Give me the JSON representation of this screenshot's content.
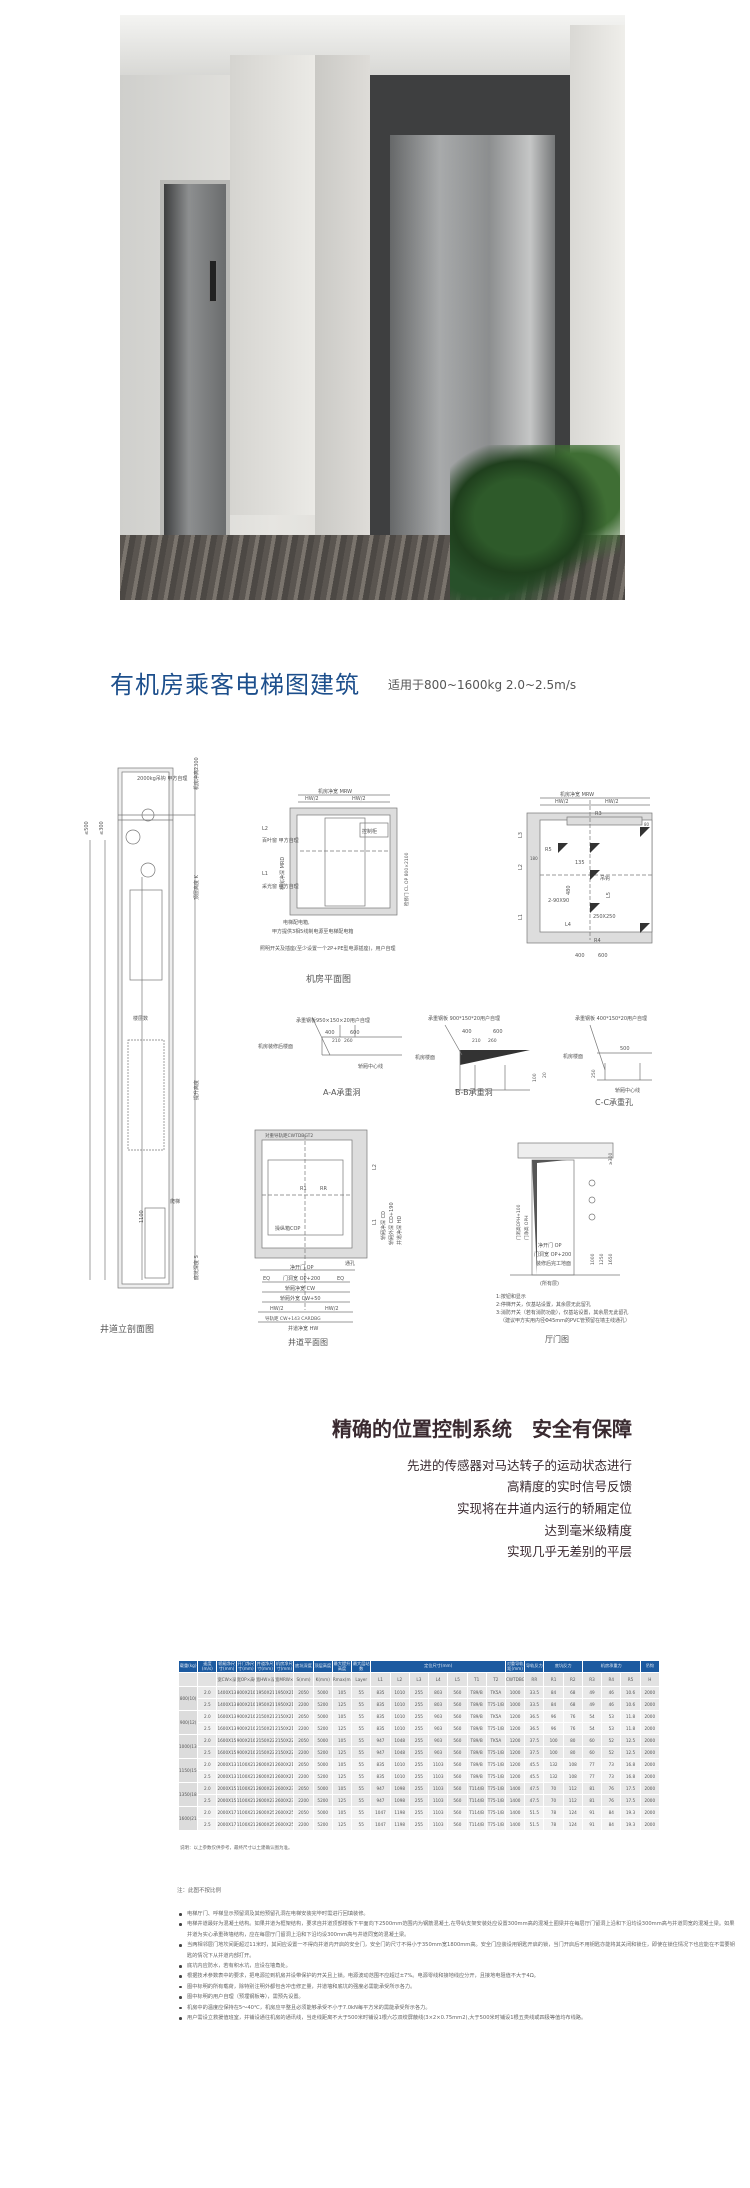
{
  "header": {
    "title": "有机房乘客电梯图建筑",
    "subtitle": "适用于800~1600kg  2.0~2.5m/s"
  },
  "drawings": {
    "shaft_section": {
      "title": "井道立剖面图",
      "labels": [
        "2000kg吊钩 甲方自理",
        "机房净高2300",
        "顶层高度 K",
        "提升高度",
        "底坑深度 S",
        "楼层数",
        "爬梯",
        "≤500",
        "≤300",
        "1100"
      ]
    },
    "machine_room": {
      "title": "机房平面图",
      "labels": [
        "机房净宽 MRW",
        "HW/2",
        "HW/2",
        "控制柜",
        "机房净深 MRD",
        "百叶窗 甲方自理",
        "采光窗 甲方自理",
        "L2",
        "L1",
        "检修门 CL OP 800×2100",
        "电梯配电箱,",
        "甲方提供3相5线制电源至电梯配电箱",
        "照明开关及插座(至少设置一个2P+PE型电源插座)，用户自理"
      ]
    },
    "machine_room_right": {
      "labels": [
        "机房净宽 MRW",
        "HW/2",
        "HW/2",
        "R3",
        "R5",
        "R4",
        "L3",
        "L2",
        "L1",
        "L4",
        "L5",
        "135",
        "480",
        "250X250",
        "2-90X90",
        "吊钩",
        "400",
        "600",
        "80",
        "180"
      ]
    },
    "aa": {
      "title": "A-A承重洞",
      "labels": [
        "承重钢板950×150×20用户自理",
        "机房装修后楼面",
        "400",
        "600",
        "210",
        "260",
        "轿厢中心线"
      ]
    },
    "bb": {
      "title": "B-B承重洞",
      "labels": [
        "承重钢板 900*150*20用户自理",
        "机房楼面",
        "400",
        "600",
        "210",
        "260",
        "100",
        "20"
      ]
    },
    "cc": {
      "title": "C-C承重孔",
      "labels": [
        "承重钢板 400*150*20用户自理",
        "机房楼面",
        "500",
        "250",
        "轿厢中心线"
      ]
    },
    "shaft_plan": {
      "title": "井道平面图",
      "labels": [
        "对重导轨距CWTDBGT2",
        "R1",
        "RR",
        "操纵箱COP",
        "净开门 OP",
        "门洞宽 OP+200",
        "EQ",
        "EQ",
        "轿厢净宽 CW",
        "轿厢外宽 CW+50",
        "HW/2",
        "HW/2",
        "导轨距 CW+143 CARDBG",
        "井道净宽 HW",
        "L2",
        "L1",
        "轿厢净深 CD",
        "轿厢外深 CD+190",
        "井道净深 HD",
        "通孔"
      ]
    },
    "hall_door": {
      "title": "厅门图",
      "sub": "(所有层)",
      "labels": [
        "≥300",
        "门洞高OPH+100",
        "门净高 OPH",
        "净开门 OP",
        "门洞宽 OP+200",
        "装修后完工地面",
        "1000",
        "1250",
        "1650"
      ],
      "notes": [
        "1:按钮和显示",
        "2:停梯开关，仅基站设置，其余层无此留孔",
        "3:消防开关（若有消防功能），仅基站设置，其余层无此留孔",
        "（建议甲方实用内径Φ45mm的PVC管预留在墙主线通孔）"
      ]
    }
  },
  "features": {
    "heading": "精确的位置控制系统　安全有保障",
    "lines": [
      "先进的传感器对马达转子的运动状态进行",
      "高精度的实时信号反馈",
      "实现将在井道内运行的轿厢定位",
      "达到毫米级精度",
      "实现几乎无差别的平层"
    ]
  },
  "table": {
    "headers": [
      "载重(kg)",
      "速度(m/s)",
      "轿厢净尺寸(mm)",
      "开门净尺寸(mm)",
      "井道净尺寸(mm)",
      "机房净尺寸(mm)",
      "底坑深度",
      "顶层高度",
      "最大提升高度",
      "最大层站数",
      "定位尺寸(mm)",
      "对重导轨距(mm)",
      "导轨反力",
      "底坑反力",
      "机房承重力",
      "吊钩"
    ],
    "subheaders": [
      "",
      "",
      "宽CW×深CD",
      "宽OP×高OPH",
      "宽HW×深HD",
      "宽MRW×深MRD×高MRH",
      "S(mm)",
      "K(mm)",
      "Rmax(m)",
      "Layer",
      "L1",
      "L2",
      "L3",
      "L4",
      "L5",
      "T1",
      "T2",
      "CWTDBG",
      "RR",
      "R1",
      "R2",
      "R3",
      "R4",
      "R5",
      "H"
    ],
    "groups": [
      {
        "load": "800(10)",
        "rows": [
          [
            "2.0",
            "1400X1350",
            "800X2100",
            "1950X2100",
            "1950X2100X2300",
            "2050",
            "5000",
            "105",
            "55",
            "835",
            "1010",
            "255",
            "803",
            "560",
            "T89/B",
            "TK5A",
            "1000",
            "33.5",
            "84",
            "68",
            "49",
            "46",
            "10.6",
            "2000"
          ],
          [
            "2.5",
            "1400X1350",
            "800X2100",
            "1950X2100",
            "1950X2100X2300",
            "2200",
            "5200",
            "125",
            "55",
            "835",
            "1010",
            "255",
            "803",
            "560",
            "T89/B",
            "T75-1/B",
            "1000",
            "33.5",
            "84",
            "68",
            "49",
            "46",
            "10.6",
            "2000"
          ]
        ]
      },
      {
        "load": "900(12)",
        "rows": [
          [
            "2.0",
            "1600X1350",
            "900X2100",
            "2150X2100",
            "2150X2100X2300",
            "2050",
            "5000",
            "105",
            "55",
            "835",
            "1010",
            "255",
            "903",
            "560",
            "T89/B",
            "TK5A",
            "1200",
            "36.5",
            "96",
            "76",
            "54",
            "53",
            "11.8",
            "2000"
          ],
          [
            "2.5",
            "1600X1350",
            "900X2100",
            "2150X2100",
            "2150X2100X2300",
            "2200",
            "5200",
            "125",
            "55",
            "835",
            "1010",
            "255",
            "903",
            "560",
            "T89/B",
            "T75-1/B",
            "1200",
            "36.5",
            "96",
            "76",
            "54",
            "53",
            "11.8",
            "2000"
          ]
        ]
      },
      {
        "load": "1000(13)",
        "rows": [
          [
            "2.0",
            "1600X1500",
            "900X2100",
            "2150X2250",
            "2150X2250X2300",
            "2050",
            "5000",
            "105",
            "55",
            "947",
            "1048",
            "255",
            "903",
            "560",
            "T89/B",
            "TK5A",
            "1200",
            "37.5",
            "100",
            "80",
            "60",
            "52",
            "12.5",
            "2000"
          ],
          [
            "2.5",
            "1600X1500",
            "900X2100",
            "2150X2250",
            "2150X2250X2300",
            "2200",
            "5200",
            "125",
            "55",
            "947",
            "1048",
            "255",
            "903",
            "560",
            "T89/B",
            "T75-1/B",
            "1200",
            "37.5",
            "100",
            "80",
            "60",
            "52",
            "12.5",
            "2000"
          ]
        ]
      },
      {
        "load": "1150(15)",
        "rows": [
          [
            "2.0",
            "2000X1350",
            "1100X2100",
            "2600X2100",
            "2600X2100X2300",
            "2050",
            "5000",
            "105",
            "55",
            "835",
            "1010",
            "255",
            "1103",
            "560",
            "T89/B",
            "T75-1/B",
            "1200",
            "45.5",
            "132",
            "108",
            "77",
            "73",
            "16.8",
            "2000"
          ],
          [
            "2.5",
            "2000X1350",
            "1100X2100",
            "2600X2100",
            "2600X2100X2300",
            "2200",
            "5200",
            "125",
            "55",
            "835",
            "1010",
            "255",
            "1103",
            "560",
            "T89/B",
            "T75-1/B",
            "1200",
            "45.5",
            "132",
            "108",
            "77",
            "73",
            "16.8",
            "2000"
          ]
        ]
      },
      {
        "load": "1350(18)",
        "rows": [
          [
            "2.0",
            "2000X1550",
            "1100X2100",
            "2600X2300",
            "2600X2300X2300",
            "2050",
            "5000",
            "105",
            "55",
            "947",
            "1098",
            "255",
            "1103",
            "560",
            "T114/B",
            "T75-1/B",
            "1400",
            "47.5",
            "70",
            "112",
            "81",
            "76",
            "17.5",
            "2000"
          ],
          [
            "2.5",
            "2000X1550",
            "1100X2100",
            "2600X2300",
            "2600X2300X2300",
            "2200",
            "5200",
            "125",
            "55",
            "947",
            "1098",
            "255",
            "1103",
            "560",
            "T114/B",
            "T75-1/B",
            "1400",
            "47.5",
            "70",
            "112",
            "81",
            "76",
            "17.5",
            "2000"
          ]
        ]
      },
      {
        "load": "1600(21)",
        "rows": [
          [
            "2.0",
            "2000X1750",
            "1100X2100",
            "2600X2500",
            "2600X2500X2300",
            "2050",
            "5000",
            "105",
            "55",
            "1047",
            "1198",
            "255",
            "1103",
            "560",
            "T114/B",
            "T75-1/B",
            "1400",
            "51.5",
            "78",
            "124",
            "91",
            "84",
            "19.3",
            "2000"
          ],
          [
            "2.5",
            "2000X1750",
            "1100X2100",
            "2600X2500",
            "2600X2500X2300",
            "2200",
            "5200",
            "125",
            "55",
            "1047",
            "1198",
            "255",
            "1103",
            "560",
            "T114/B",
            "T75-1/B",
            "1400",
            "51.5",
            "78",
            "124",
            "91",
            "84",
            "19.3",
            "2000"
          ]
        ]
      }
    ],
    "footnote": "说明：以上参数仅供参考，最终尺寸以土建确认图为准。"
  },
  "notes": {
    "heading": "注：此图不按比例",
    "items": [
      "电梯厅门、呼梯显示预留洞及其他预留孔洞在电梯安装完毕时需进行回填装修。",
      "电梯井道最好为混凝土结构。如果井道为框架结构，要求自井道顶部楼板下平面向下2500mm范围内为钢筋混凝土,在导轨支架安装处应设置300mm高的混凝土圈梁并在每层厅门留洞上沿和下沿均设300mm高与井道同宽的混凝土梁。如果井道为实心承重砖墙结构，应在每层厅门留洞上沿和下沿均设300mm高与井道同宽的混凝土梁。",
      "当两相邻层门地坎间距超过11米时，其间应设置一不得向井道内开启的安全门，安全门的尺寸不得小于350mm宽1800mm高。安全门应装设用钥匙开启的锁，当门开启后不用钥匙亦能将其关闭和锁住，即使在锁住情况下也应能在不需要钥匙的情况下从井道内部打开。",
      "底坑内应防水，若有积水坑，应设在墙角处。",
      "根据技术参数表中的要求，把电源拉到机房并设带保护的开关且上锁。电源波动范围不应超过±7%。电源零线和接地线应分开，且接地电阻值不大于4Ω。",
      "图中标明的所有载荷，除特别注明外都包含冲击修正量，井道墙和底坑的强度必需能承受所示各力。",
      "图中标明的用户自理（预埋钢板等），需预先设置。",
      "机房中的温度应保持在5～40℃，机房应平整且必须能够承受不小于7.0kN每平方米的需能承受所示各力。",
      "用户需设立救援值班室，并铺设通往机房的通讯线，当走线距离不大于500米时铺设1根六芯双绞屏蔽线(3×2×0.75mm2),大于500米时铺设1根五类线或四极等值均布线路。"
    ]
  },
  "colors": {
    "title": "#1d4f8c",
    "table_header": "#1c5aa0",
    "feature_text": "#3a2a30"
  }
}
